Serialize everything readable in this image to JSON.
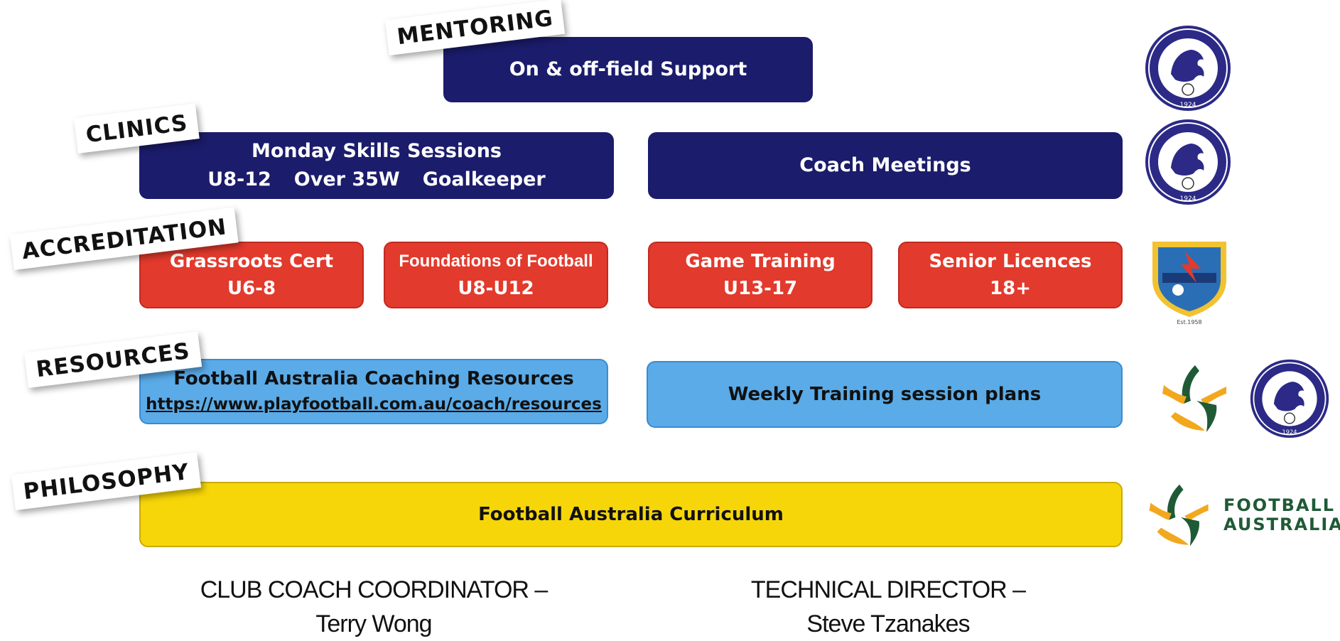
{
  "tags": {
    "mentoring": "MENTORING",
    "clinics": "CLINICS",
    "accreditation": "ACCREDITATION",
    "resources": "RESOURCES",
    "philosophy": "PHILOSOPHY"
  },
  "mentoring": {
    "support": "On & off-field Support"
  },
  "clinics": {
    "skills_title": "Monday Skills Sessions",
    "skills_groups": [
      "U8-12",
      "Over 35W",
      "Goalkeeper"
    ],
    "coach_meetings": "Coach Meetings"
  },
  "accreditation": [
    {
      "name": "Grassroots Cert",
      "ages": "U6-8"
    },
    {
      "name": "Foundations of Football",
      "ages": "U8-U12"
    },
    {
      "name": "Game Training",
      "ages": "U13-17"
    },
    {
      "name": "Senior Licences",
      "ages": "18+"
    }
  ],
  "resources": {
    "fa_title": "Football Australia Coaching Resources",
    "fa_url": "https://www.playfootball.com.au/coach/resources",
    "weekly": "Weekly Training session plans"
  },
  "philosophy": {
    "curriculum": "Football Australia Curriculum"
  },
  "footer": {
    "coordinator_role": "CLUB COACH COORDINATOR –",
    "coordinator_name": "Terry Wong",
    "director_role": "TECHNICAL DIRECTOR –",
    "director_name": "Steve Tzanakes"
  },
  "logos": {
    "club_badge_text": "1924",
    "association_est": "Est.1958",
    "fa_wordmark_line1": "FOOTBALL",
    "fa_wordmark_line2": "AUSTRALIA"
  },
  "colors": {
    "navy": "#1b1c6b",
    "red": "#e23a2c",
    "light_blue": "#5aabe8",
    "yellow": "#f6d609",
    "fa_green": "#1f5a36",
    "fa_gold": "#f2a81d"
  }
}
